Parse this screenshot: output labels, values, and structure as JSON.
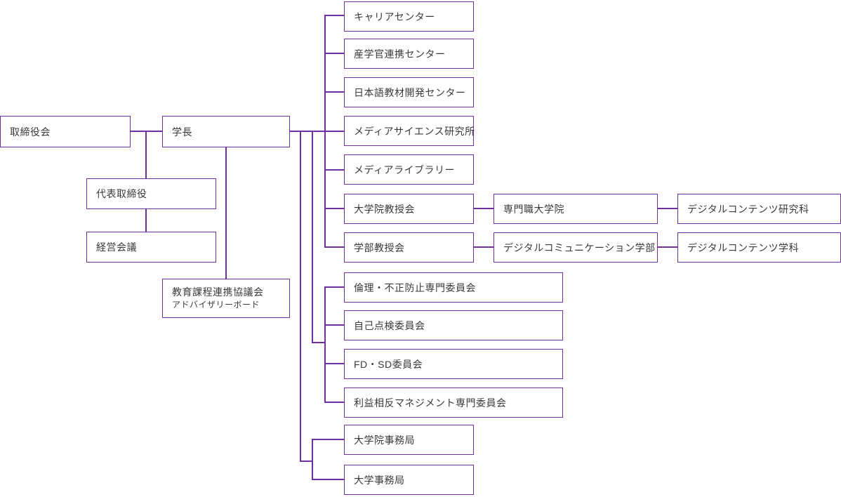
{
  "diagram": {
    "type": "org-chart",
    "language": "ja",
    "colors": {
      "line": "#7030A0",
      "text": "#3A3A3A",
      "background": "#FFFFFF"
    },
    "nodes": {
      "board": {
        "label": "取締役会"
      },
      "president": {
        "label": "学長"
      },
      "representative_director": {
        "label": "代表取締役"
      },
      "management_council": {
        "label": "経営会議"
      },
      "curriculum_council": {
        "label": "教育課程連携協議会",
        "sublabel": "アドバイザリーボード"
      },
      "career_center": {
        "label": "キャリアセンター"
      },
      "industry_collab_center": {
        "label": "産学官連携センター"
      },
      "japanese_materials_center": {
        "label": "日本語教材開発センター"
      },
      "media_science_institute": {
        "label": "メディアサイエンス研究所"
      },
      "media_library": {
        "label": "メディアライブラリー"
      },
      "grad_faculty_council": {
        "label": "大学院教授会"
      },
      "professional_grad_school": {
        "label": "専門職大学院"
      },
      "digital_contents_research": {
        "label": "デジタルコンテンツ研究科"
      },
      "undergrad_faculty_council": {
        "label": "学部教授会"
      },
      "digital_communication_faculty": {
        "label": "デジタルコミュニケーション学部"
      },
      "digital_contents_department": {
        "label": "デジタルコンテンツ学科"
      },
      "ethics_committee": {
        "label": "倫理・不正防止専門委員会"
      },
      "self_inspection_committee": {
        "label": "自己点検委員会"
      },
      "fd_sd_committee": {
        "label": "FD・SD委員会"
      },
      "conflict_of_interest_committee": {
        "label": "利益相反マネジメント専門委員会"
      },
      "grad_school_office": {
        "label": "大学院事務局"
      },
      "university_office": {
        "label": "大学事務局"
      }
    }
  }
}
